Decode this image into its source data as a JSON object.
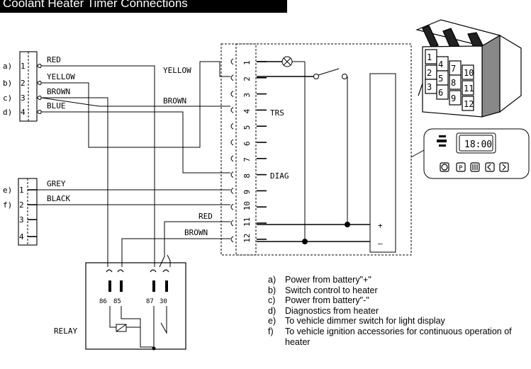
{
  "title": "Coolant Heater Timer Connections",
  "left_connector_1": {
    "pins": [
      "1",
      "2",
      "3",
      "4"
    ],
    "letters": [
      "a)",
      "b)",
      "c)",
      "d)"
    ]
  },
  "left_connector_2": {
    "pins": [
      "1",
      "2",
      "3",
      "4"
    ],
    "letters": [
      "e)",
      "f)"
    ]
  },
  "wire_labels": {
    "red_top": "RED",
    "yellow_left": "YELLOW",
    "brown_left": "BROWN",
    "blue": "BLUE",
    "yellow_mid": "YELLOW",
    "brown_mid": "BROWN",
    "grey": "GREY",
    "black": "BLACK",
    "red_bottom": "RED",
    "brown_bottom": "BROWN"
  },
  "timer_terminals": [
    "1",
    "2",
    "3",
    "4",
    "5",
    "6",
    "7",
    "8",
    "9",
    "10",
    "11",
    "12"
  ],
  "timer_labels": {
    "trs": "TRS",
    "diag": "DIAG",
    "plus": "+",
    "minus": "–"
  },
  "relay": {
    "label": "RELAY",
    "pins": [
      "86",
      "85",
      "87",
      "30"
    ]
  },
  "connector_pin_numbers": [
    "1",
    "2",
    "3",
    "4",
    "5",
    "6",
    "7",
    "8",
    "9",
    "10",
    "11",
    "12"
  ],
  "timer_display": {
    "time": "18:00"
  },
  "legend": [
    {
      "key": "a)",
      "text": "Power from battery\"+\""
    },
    {
      "key": "b)",
      "text": "Switch control to heater"
    },
    {
      "key": "c)",
      "text": "Power from battery\"-\""
    },
    {
      "key": "d)",
      "text": "Diagnostics from heater"
    },
    {
      "key": "e)",
      "text": "To vehicle dimmer switch for light display"
    },
    {
      "key": "f)",
      "text": "To vehicle ignition accessories for continuous operation of heater"
    }
  ]
}
